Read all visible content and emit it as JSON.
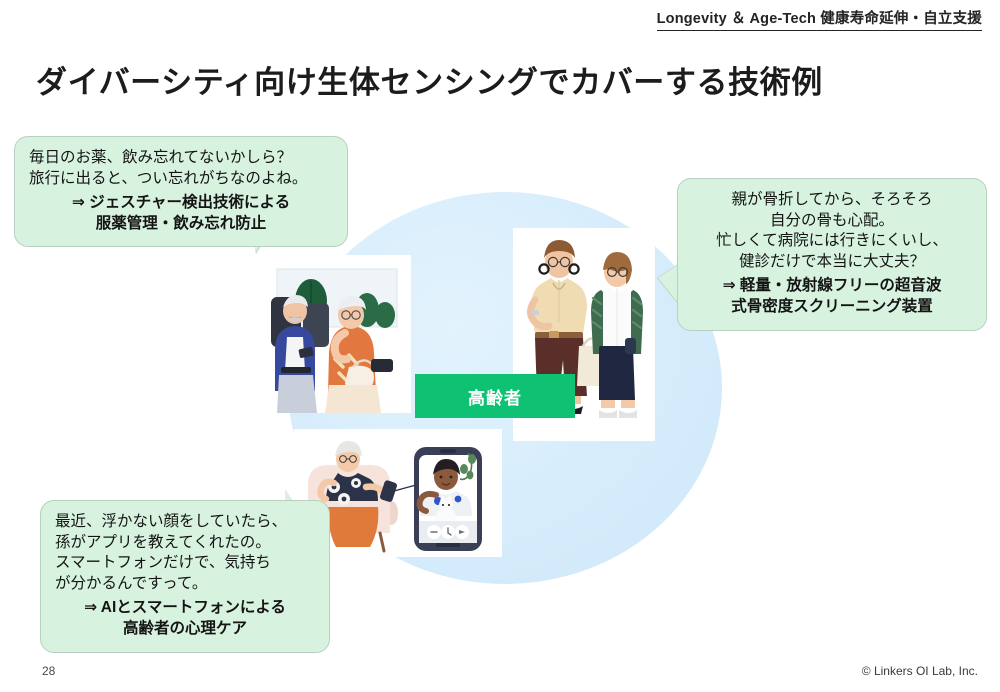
{
  "header": {
    "kicker": "Longevity ＆ Age-Tech 健康寿命延伸・自立支援",
    "title": "ダイバーシティ向け生体センシングでカバーする技術例"
  },
  "center_label": {
    "text": "高齢者",
    "color": "#0fc172",
    "text_color": "#ffffff"
  },
  "background": {
    "blob_color": "#d8eefb"
  },
  "bubbles": [
    {
      "id": "medication",
      "quote": "毎日のお薬、飲み忘れてないかしら？\n旅行に出ると、つい忘れがちなのよね。",
      "solution": "⇒ ジェスチャー検出技術による\n服薬管理・飲み忘れ防止",
      "fill": "#d8f2e0"
    },
    {
      "id": "bone-density",
      "quote": "親が骨折してから、そろそろ\n自分の骨も心配。\n忙しくて病院には行きにくいし、\n健診だけで本当に大丈夫？",
      "solution": "⇒ 軽量・放射線フリーの超音波\n式骨密度スクリーニング装置",
      "fill": "#d8f2e0"
    },
    {
      "id": "mental-care",
      "quote": "最近、浮かない顔をしていたら、\n孫がアプリを教えてくれたの。\nスマートフォンだけで、気持ち\nが分かるんですって。",
      "solution": "⇒ AIとスマートフォンによる\n高齢者の心理ケア",
      "fill": "#d8f2e0"
    }
  ],
  "illustrations": [
    {
      "id": "elderly-couple",
      "alt": "シニア夫婦がバスの座席でスマートフォンを操作しているイラスト"
    },
    {
      "id": "two-women",
      "alt": "中高年女性二人が立っているイラスト"
    },
    {
      "id": "video-call",
      "alt": "高齢女性がスマートフォンでビデオ通話しているイラスト"
    }
  ],
  "footer": {
    "page_number": "28",
    "copyright": "© Linkers OI Lab, Inc."
  }
}
